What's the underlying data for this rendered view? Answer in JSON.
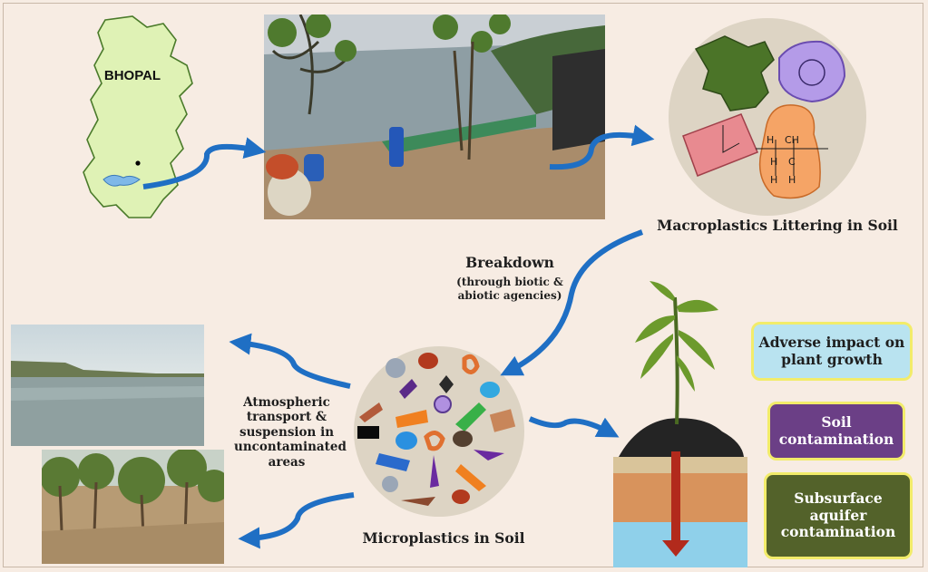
{
  "map": {
    "city_label": "BHOPAL"
  },
  "labels": {
    "macroplastics": "Macroplastics Littering in Soil",
    "breakdown_title": "Breakdown",
    "breakdown_sub": "(through biotic & abiotic agencies)",
    "atmospheric": "Atmospheric transport & suspension in uncontaminated areas",
    "microplastics": "Microplastics in Soil"
  },
  "impact_boxes": [
    {
      "text": "Adverse impact on plant growth",
      "bg": "#b9e3f0",
      "border": "#f2ec6a",
      "color": "#1e1e1e"
    },
    {
      "text": "Soil contamination",
      "bg": "#6b3f86",
      "border": "#f2ec6a",
      "color": "#ffffff"
    },
    {
      "text": "Subsurface aquifer contamination",
      "bg": "#53622a",
      "border": "#f2ec6a",
      "color": "#ffffff"
    }
  ],
  "colors": {
    "arrow": "#1f6fc4",
    "map_fill": "#dff2b5",
    "map_stroke": "#4a7a2a",
    "background": "#f7ece3",
    "soil_arrow": "#b22a1c"
  }
}
